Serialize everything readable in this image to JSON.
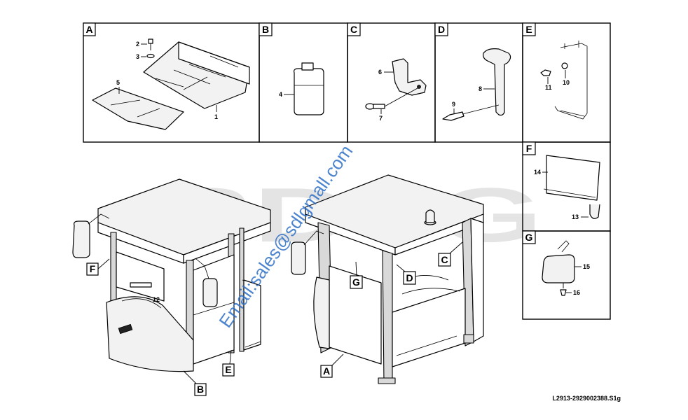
{
  "panels": {
    "a": {
      "label": "A",
      "callouts": [
        "1",
        "2",
        "3",
        "5"
      ]
    },
    "b": {
      "label": "B",
      "callouts": [
        "4"
      ]
    },
    "c": {
      "label": "C",
      "callouts": [
        "6",
        "7"
      ]
    },
    "d": {
      "label": "D",
      "callouts": [
        "8",
        "9"
      ]
    },
    "e": {
      "label": "E",
      "callouts": [
        "10",
        "11"
      ]
    },
    "f": {
      "label": "F",
      "callouts": [
        "13",
        "14"
      ]
    },
    "g": {
      "label": "G",
      "callouts": [
        "15",
        "16"
      ]
    }
  },
  "cab_left": {
    "callout_12": "12",
    "markers": {
      "f": "F",
      "b": "B",
      "e": "E"
    }
  },
  "cab_right": {
    "markers": {
      "a": "A",
      "c": "C",
      "d": "D",
      "g": "G"
    }
  },
  "watermark": {
    "brand": "SDLG",
    "email": "Email:sales@sdlgmall.com"
  },
  "drawing_code": "L2913-2929002388.S1g"
}
